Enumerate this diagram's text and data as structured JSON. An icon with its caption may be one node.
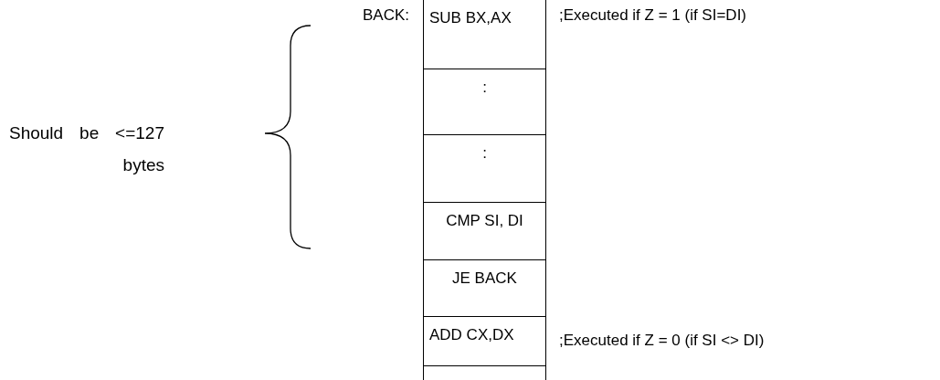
{
  "diagram": {
    "nodes": [
      {
        "text": [
          "SUB BX,AX"
        ],
        "beside": [
          "BACK:"
        ]
      },
      {
        "text": [
          ":"
        ]
      },
      {
        "text": [
          ":"
        ]
      },
      {
        "text": [
          "CMP SI, DI"
        ]
      },
      {
        "text": [
          "JE BACK"
        ]
      },
      {
        "text": [
          "ADD CX,DX"
        ]
      }
    ],
    "labels": [
      ";Executed if Z = 1 (if SI=DI)",
      "Should be <=127 bytes",
      ";Executed if Z = 0 (if SI <> DI)"
    ]
  }
}
